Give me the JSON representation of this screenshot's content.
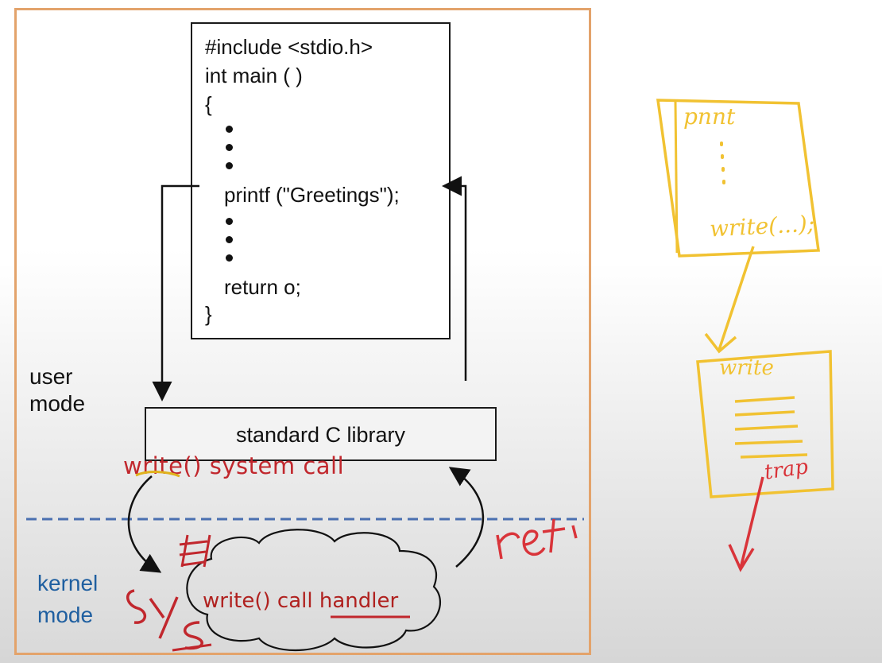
{
  "code": {
    "lines": [
      "#include <stdio.h>",
      "int main ( )",
      "{",
      "printf (\"Greetings\");",
      "return o;",
      "}"
    ]
  },
  "library": {
    "label": "standard C library"
  },
  "modes": {
    "user_line1": "user",
    "user_line2": "mode",
    "kernel_line1": "kernel",
    "kernel_line2": "mode"
  },
  "annotations": {
    "syscall_label": "write() system call",
    "handler_label": "write() call handler",
    "handwritten_ret": "ret'",
    "handwritten_sys": "Sys"
  },
  "sketch": {
    "top_box_title": "pnnt",
    "top_box_call": "write(...);",
    "bottom_box_title": "write",
    "trap_label": "trap"
  },
  "colors": {
    "panel_border": "#e3a36b",
    "annotation_red": "#c1272d",
    "kernel_blue": "#1f5fa0",
    "divider_blue": "#4a6fb0",
    "sketch_yellow": "#f1c232"
  }
}
